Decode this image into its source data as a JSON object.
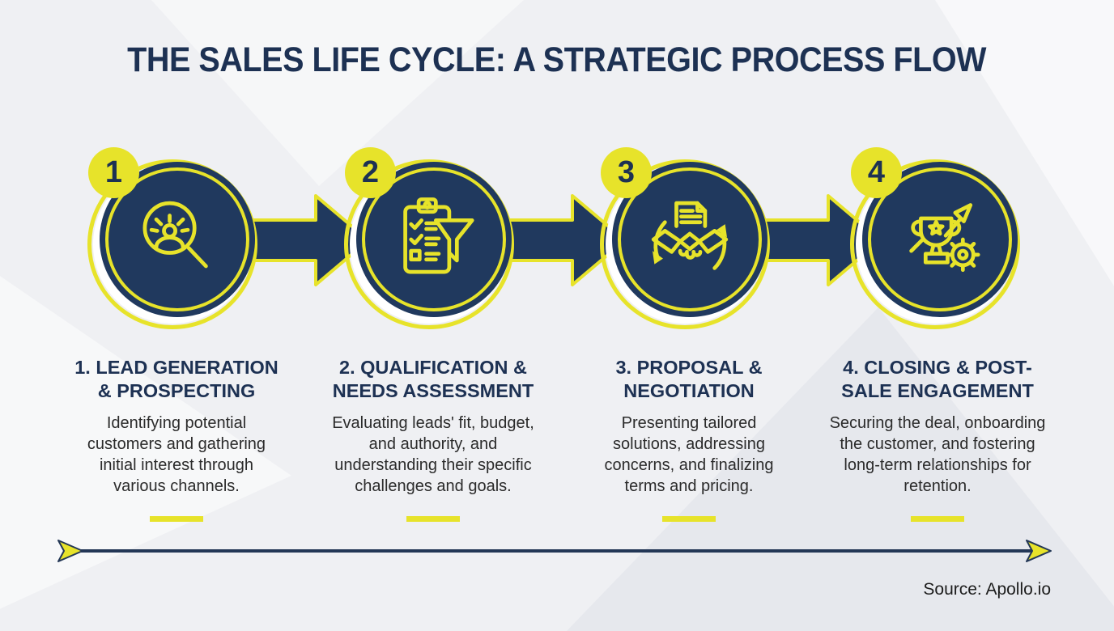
{
  "title": "THE SALES LIFE CYCLE: A STRATEGIC PROCESS FLOW",
  "steps": [
    {
      "number": "1",
      "heading": "1. LEAD GENERATION & PROSPECTING",
      "description": "Identifying potential customers and gathering initial interest through various channels.",
      "icon": "lead-search-magnifier-icon"
    },
    {
      "number": "2",
      "heading": "2. QUALIFICATION & NEEDS ASSESSMENT",
      "description": "Evaluating leads' fit, budget, and authority, and understanding their specific challenges and goals.",
      "icon": "clipboard-checklist-funnel-icon"
    },
    {
      "number": "3",
      "heading": "3. PROPOSAL & NEGOTIATION",
      "description": "Presenting tailored solutions, addressing concerns, and finalizing terms and pricing.",
      "icon": "handshake-contract-refresh-icon"
    },
    {
      "number": "4",
      "heading": "4. CLOSING & POST-SALE ENGAGEMENT",
      "description": "Securing the deal, onboarding the customer, and fostering long-term relationships for retention.",
      "icon": "trophy-growth-gear-icon"
    }
  ],
  "source": "Source: Apollo.io",
  "colors": {
    "navy": "#20395e",
    "navy_dark": "#1d3153",
    "yellow": "#e7e32a",
    "background": "#eff0f3",
    "body_text": "#2b2b2b"
  }
}
